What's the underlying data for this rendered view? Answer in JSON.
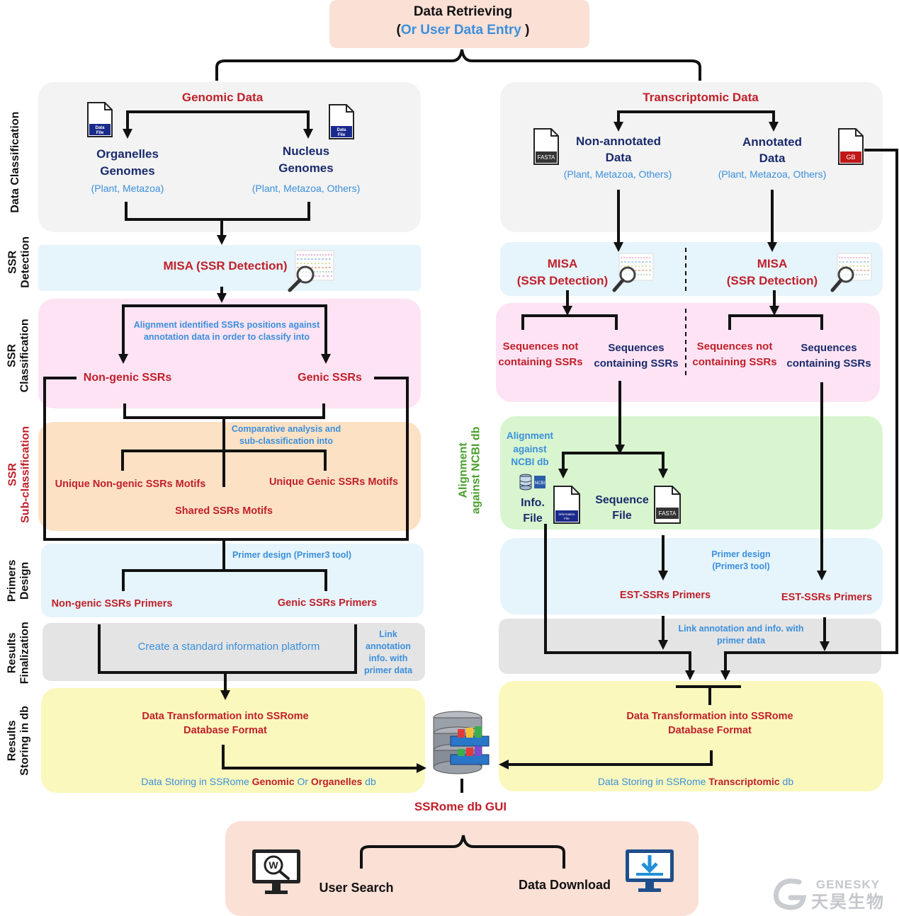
{
  "header": {
    "line1": "Data Retrieving",
    "paren_open": "(",
    "line2": "Or User Data Entry",
    "paren_close": ")"
  },
  "side_labels": {
    "data_classification": "Data Classification",
    "ssr_detection_1": "SSR",
    "ssr_detection_2": "Detection",
    "ssr_classification_1": "SSR",
    "ssr_classification_2": "Classification",
    "ssr_sub_1": "SSR",
    "ssr_sub_2": "Sub-classification",
    "primers_1": "Primers",
    "primers_2": "Design",
    "results_fin_1": "Results",
    "results_fin_2": "Finalization",
    "results_store_1": "Results",
    "results_store_2": "Storing in db",
    "alignment_1": "Alignment",
    "alignment_2": "against NCBI db"
  },
  "genomic": {
    "title": "Genomic Data",
    "organelles_1": "Organelles",
    "organelles_2": "Genomes",
    "organelles_sub": "(Plant, Metazoa)",
    "nucleus_1": "Nucleus",
    "nucleus_2": "Genomes",
    "nucleus_sub": "(Plant, Metazoa, Others)",
    "data_file_icon_label": "Data File",
    "misa": "MISA (SSR Detection)",
    "align_note_1": "Alignment identified SSRs positions against",
    "align_note_2": "annotation data in order to classify into",
    "nongenic": "Non-genic SSRs",
    "genic": "Genic SSRs",
    "comparative_1": "Comparative analysis and",
    "comparative_2": "sub-classification into",
    "unique_nongenic": "Unique Non-genic SSRs Motifs",
    "unique_genic": "Unique Genic SSRs Motifs",
    "shared": "Shared SSRs Motifs",
    "primer_design": "Primer design (Primer3 tool)",
    "nongenic_primers": "Non-genic SSRs Primers",
    "genic_primers": "Genic SSRs Primers",
    "standard_platform": "Create a standard information platform",
    "link_1": "Link",
    "link_2": "annotation",
    "link_3": "info. with",
    "link_4": "primer data",
    "transform_1": "Data Transformation into SSRome",
    "transform_2": "Database Format",
    "storing_a": "Data Storing in SSRome ",
    "storing_b": "Genomic",
    "storing_c": " Or ",
    "storing_d": "Organelles",
    "storing_e": "  db"
  },
  "transcriptomic": {
    "title": "Transcriptomic Data",
    "nonannot_1": "Non-annotated",
    "nonannot_2": "Data",
    "nonannot_sub": "(Plant, Metazoa, Others)",
    "annot_1": "Annotated",
    "annot_2": "Data",
    "annot_sub": "(Plant, Metazoa, Others)",
    "fasta_icon": "FASTA",
    "gb_icon": "GB",
    "misa_1": "MISA",
    "misa_2": "(SSR Detection)",
    "seq_not_1": "Sequences not",
    "seq_not_2": "containing SSRs",
    "seq_cont_1": "Sequences",
    "seq_cont_2": "containing SSRs",
    "align_1": "Alignment",
    "align_2": "against",
    "align_3": "NCBI db",
    "info_1": "Info.",
    "info_2": "File",
    "info_icon": "Information File",
    "ncbi_icon": "NCBI",
    "seqfile_1": "Sequence",
    "seqfile_2": "File",
    "primer_1": "Primer design",
    "primer_2": "(Primer3 tool)",
    "est_primers": "EST-SSRs Primers",
    "link_1": "Link annotation and info. with",
    "link_2": "primer data",
    "transform_1": "Data Transformation into SSRome",
    "transform_2": "Database Format",
    "storing_a": "Data Storing in SSRome ",
    "storing_b": "Transcriptomic",
    "storing_c": " db"
  },
  "bottom": {
    "gui": "SSRome db GUI",
    "user_search": "User Search",
    "data_download": "Data Download",
    "search_icon_letter": "W"
  },
  "watermark": {
    "en": "GENESKY",
    "cn": "天昊生物"
  },
  "colors": {
    "header_bg": "#fbe0d6",
    "classification_bg": "#f3f3f3",
    "detection_bg": "#e6f4fb",
    "ssr_class_bg": "#fde3f3",
    "sub_class_bg": "#fde1c4",
    "alignment_bg": "#d8f5cf",
    "primers_bg": "#e6f4fb",
    "finalization_bg": "#e4e4e4",
    "storing_bg": "#fbf8bd",
    "gui_bg": "#fbe0d6",
    "red_text": "#c0202a",
    "navy_text": "#1a2a6c",
    "blue_text": "#3a8fdc",
    "green_text": "#4aa02c"
  }
}
